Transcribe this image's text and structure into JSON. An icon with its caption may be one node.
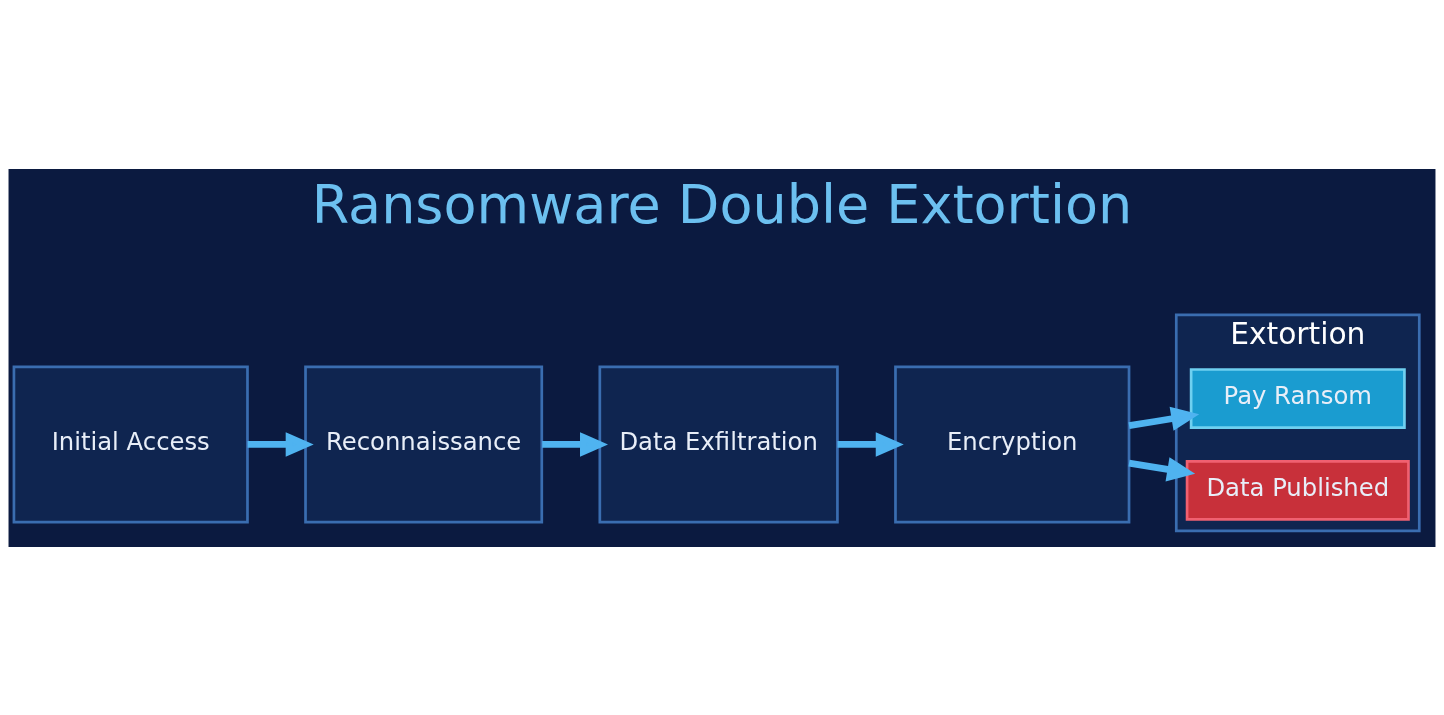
{
  "diagram": {
    "title": "Ransomware Double Extortion",
    "nodes": [
      {
        "text": [
          "Initial Access"
        ]
      },
      {
        "text": [
          "Reconnaissance"
        ]
      },
      {
        "text": [
          "Data Exfiltration"
        ]
      },
      {
        "text": [
          "Encryption"
        ]
      },
      {
        "text": [
          "Extortion"
        ]
      },
      {
        "text": [
          "Pay Ransom"
        ],
        "in": 4
      },
      {
        "text": [
          "Data Published"
        ],
        "in": 4
      }
    ],
    "edges": [
      {
        "from": 0,
        "to": 1,
        "arrow": "to"
      },
      {
        "from": 1,
        "to": 2,
        "arrow": "to"
      },
      {
        "from": 2,
        "to": 3,
        "arrow": "to"
      },
      {
        "from": 3,
        "to": 5,
        "arrow": "to"
      },
      {
        "from": 3,
        "to": 6,
        "arrow": "to"
      }
    ]
  }
}
